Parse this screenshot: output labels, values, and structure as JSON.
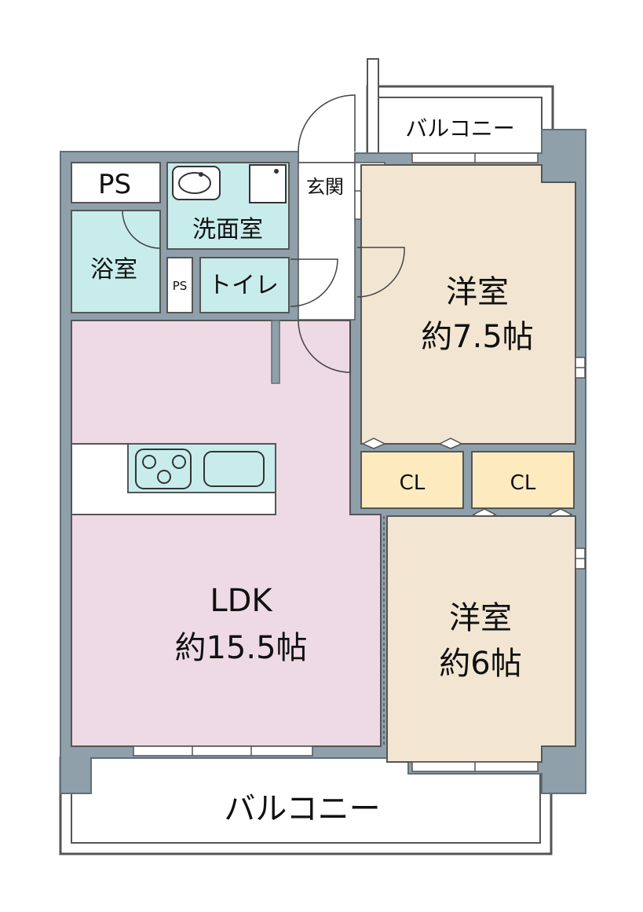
{
  "colors": {
    "wall": "#8fa0aa",
    "wall_stroke": "#5f6f78",
    "ldk": "#eedae4",
    "western_room": "#f2e6d3",
    "wet_area": "#c8ecec",
    "closet": "#fdebbf",
    "balcony": "#ffffff",
    "fixture": "#c8ecec"
  },
  "rooms": {
    "ps_main": "PS",
    "ps_small": "PS",
    "bath": "浴室",
    "washroom": "洗面室",
    "entrance": "玄関",
    "toilet": "トイレ",
    "western1_name": "洋室",
    "western1_size": "約7.5帖",
    "closet1": "CL",
    "closet2": "CL",
    "western2_name": "洋室",
    "western2_size": "約6帖",
    "ldk_name": "LDK",
    "ldk_size": "約15.5帖",
    "balcony_top": "バルコニー",
    "balcony_bottom": "バルコニー"
  },
  "icons": {
    "sink": "sink-icon",
    "washer": "washer-pan-icon",
    "stove": "stove-icon",
    "kitchen_sink": "kitchen-sink-icon"
  }
}
